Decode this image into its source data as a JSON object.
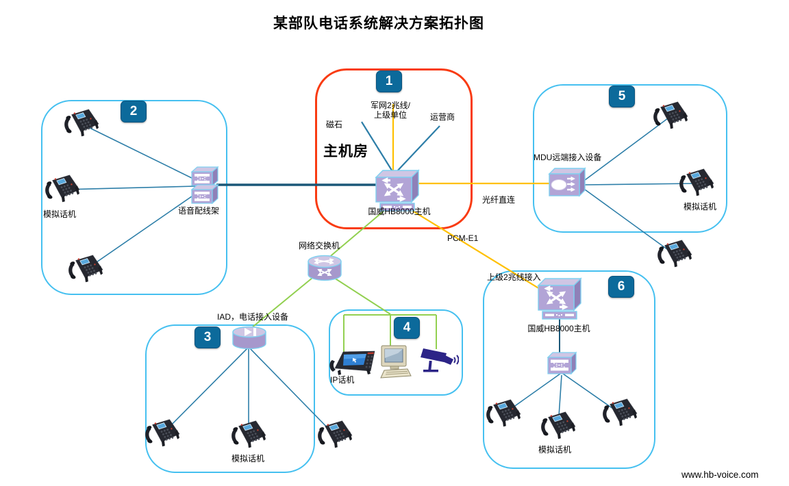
{
  "title": "某部队电话系统解决方案拓扑图",
  "footer_url": "www.hb-voice.com",
  "colors": {
    "region_red": "#f93b12",
    "region_blue": "#45c0f0",
    "badge_bg": "#0c6a9b",
    "line_blue": "#2d7ea8",
    "line_dark": "#1b5878",
    "line_orange": "#ffc000",
    "line_green": "#92d050",
    "device_purple": "#b2a4d6"
  },
  "badges": {
    "b1": "1",
    "b2": "2",
    "b3": "3",
    "b4": "4",
    "b5": "5",
    "b6": "6"
  },
  "labels": {
    "junwang1": "军网2兆线/",
    "junwang2": "上级单位",
    "cishi": "磁石",
    "yunyingshang": "运营商",
    "zhujifang": "主机房",
    "host_main": "国威HB8000主机",
    "voice_frame": "语音配线架",
    "analog_r2": "模拟话机",
    "fiber": "光纤直连",
    "pcm": "PCM-E1",
    "net_switch": "网络交换机",
    "iad": "IAD，电话接入设备",
    "ip_phone": "IP话机",
    "mdu": "MDU远端接入设备",
    "analog_r5": "模拟话机",
    "analog_r3": "模拟话机",
    "upper_2m": "上级2兆线接入",
    "host_r6": "国威HB8000主机",
    "analog_r6": "模拟话机"
  }
}
